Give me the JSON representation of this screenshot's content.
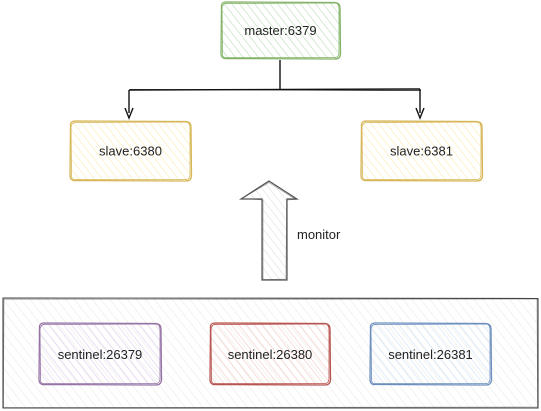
{
  "nodes": {
    "master": {
      "label": "master:6379",
      "fill": "#d5e8d4",
      "stroke": "#82b366"
    },
    "slave_6380": {
      "label": "slave:6380",
      "fill": "#fff2cc",
      "stroke": "#d6b656"
    },
    "slave_6381": {
      "label": "slave:6381",
      "fill": "#fff2cc",
      "stroke": "#d6b656"
    },
    "sentinel_26379": {
      "label": "sentinel:26379",
      "fill": "#e1d5e7",
      "stroke": "#9673a6"
    },
    "sentinel_26380": {
      "label": "sentinel:26380",
      "fill": "#f8cecc",
      "stroke": "#b85450"
    },
    "sentinel_26381": {
      "label": "sentinel:26381",
      "fill": "#dae8fc",
      "stroke": "#6c8ebf"
    }
  },
  "edges": {
    "monitor": {
      "label": "monitor"
    }
  },
  "colors": {
    "container_fill": "#f5f5f0",
    "container_stroke": "#444444",
    "line": "#111111",
    "arrow_fill": "#eeeeee",
    "arrow_stroke": "#555555"
  }
}
